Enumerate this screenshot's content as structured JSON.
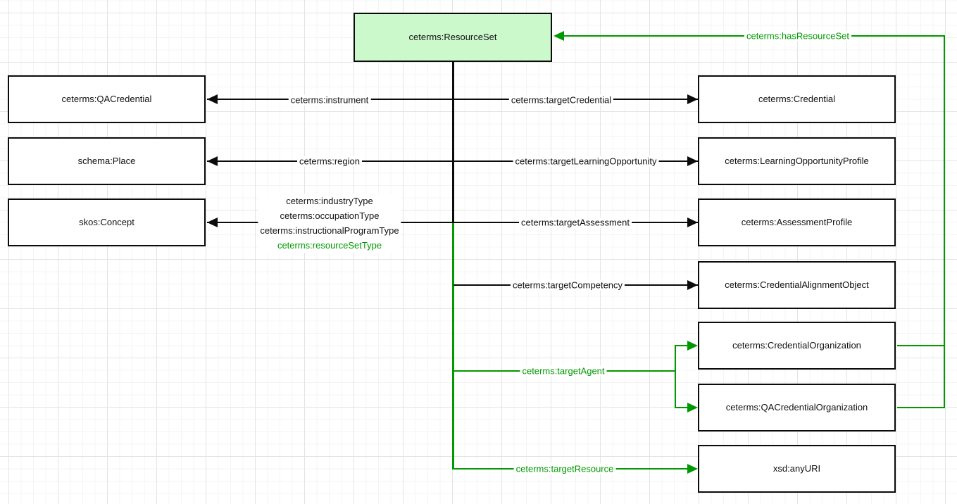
{
  "diagram": {
    "colors": {
      "edge_black": "#0b0b0b",
      "edge_green": "#009900",
      "resource_set_fill": "#ccf9cc",
      "node_fill": "#ffffff",
      "grid_major": "#e4e4e4",
      "grid_minor": "#f4f4f4"
    },
    "nodes": [
      {
        "id": "resource-set",
        "label": "ceterms:ResourceSet"
      },
      {
        "id": "qa-credential",
        "label": "ceterms:QACredential"
      },
      {
        "id": "schema-place",
        "label": "schema:Place"
      },
      {
        "id": "skos-concept",
        "label": "skos:Concept"
      },
      {
        "id": "credential",
        "label": "ceterms:Credential"
      },
      {
        "id": "learning-opportunity-profile",
        "label": "ceterms:LearningOpportunityProfile"
      },
      {
        "id": "assessment-profile",
        "label": "ceterms:AssessmentProfile"
      },
      {
        "id": "credential-alignment-object",
        "label": "ceterms:CredentialAlignmentObject"
      },
      {
        "id": "credential-organization",
        "label": "ceterms:CredentialOrganization"
      },
      {
        "id": "qa-credential-organization",
        "label": "ceterms:QACredentialOrganization"
      },
      {
        "id": "xsd-anyuri",
        "label": "xsd:anyURI"
      }
    ],
    "edges": {
      "instrument": "ceterms:instrument",
      "region": "ceterms:region",
      "industry_type": "ceterms:industryType",
      "occupation_type": "ceterms:occupationType",
      "instructional_program_type": "ceterms:instructionalProgramType",
      "resource_set_type": "ceterms:resourceSetType",
      "target_credential": "ceterms:targetCredential",
      "target_learning_opportunity": "ceterms:targetLearningOpportunity",
      "target_assessment": "ceterms:targetAssessment",
      "target_competency": "ceterms:targetCompetency",
      "target_agent": "ceterms:targetAgent",
      "target_resource": "ceterms:targetResource",
      "has_resource_set": "ceterms:hasResourceSet"
    }
  }
}
